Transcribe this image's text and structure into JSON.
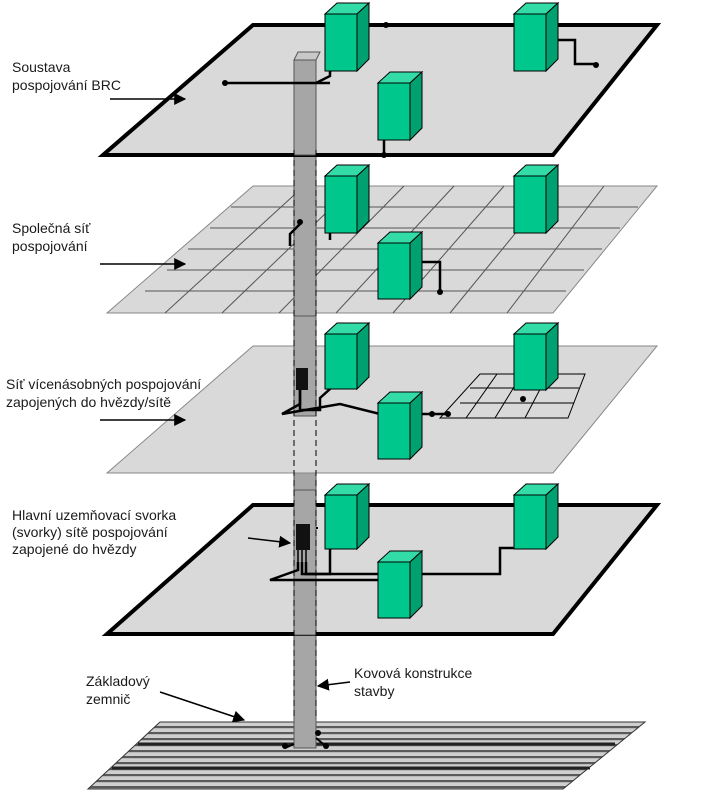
{
  "labels": {
    "brc": {
      "line1": "Soustava",
      "line2": "pospojování BRC"
    },
    "common_mesh": {
      "line1": "Společná síť",
      "line2": "pospojování"
    },
    "multi_mesh": {
      "line1": "Síť vícenásobných pospojování",
      "line2": "zapojených do hvězdy/sítě"
    },
    "main_terminal": {
      "line1": "Hlavní uzemňovací svorka",
      "line2": "(svorky) sítě pospojování",
      "line3": "zapojené do hvězdy"
    },
    "foundation": {
      "line1": "Základový",
      "line2": "zemnič"
    },
    "steel": {
      "line1": "Kovová konstrukce",
      "line2": "stavby"
    }
  },
  "colors": {
    "plate_fill": "#d9d9d9",
    "box_front": "#00c78c",
    "box_side": "#00a070",
    "box_top": "#33dba6",
    "column": "#a6a6a6",
    "outline": "#000000"
  }
}
